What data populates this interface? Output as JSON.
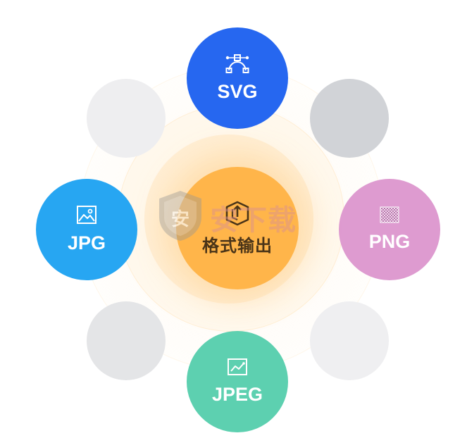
{
  "center": {
    "label": "格式输出",
    "icon": "export-box-icon",
    "color": "#FFB54A"
  },
  "formats": [
    {
      "label": "SVG",
      "icon": "bezier-curve-icon",
      "color": "#2667F0"
    },
    {
      "label": "JPG",
      "icon": "image-icon",
      "color": "#27A6F2"
    },
    {
      "label": "PNG",
      "icon": "transparent-grid-icon",
      "color": "#DE9BD0"
    },
    {
      "label": "JPEG",
      "icon": "photo-chart-icon",
      "color": "#5DD0B0"
    }
  ],
  "placeholders": [
    {
      "position": "top-left",
      "color": "#EEEEF0"
    },
    {
      "position": "top-right",
      "color": "#D1D3D7"
    },
    {
      "position": "bottom-left",
      "color": "#E4E5E7"
    },
    {
      "position": "bottom-right",
      "color": "#EFEFF1"
    }
  ],
  "watermark": {
    "text": "安下载",
    "badge": "安"
  }
}
